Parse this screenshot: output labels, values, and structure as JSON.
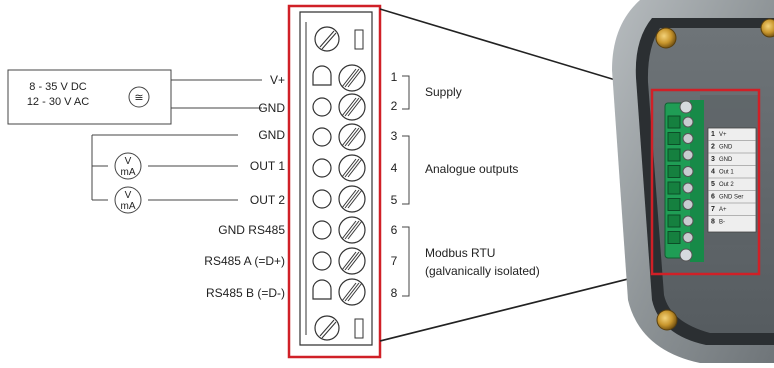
{
  "power_source": {
    "dc_label": "8 - 35 V DC",
    "ac_label": "12 - 30 V AC",
    "symbol": "≅"
  },
  "meters": [
    {
      "top": "V",
      "bottom": "mA"
    },
    {
      "top": "V",
      "bottom": "mA"
    }
  ],
  "terminals": [
    {
      "label": "V+",
      "number": "1"
    },
    {
      "label": "GND",
      "number": "2"
    },
    {
      "label": "GND",
      "number": "3"
    },
    {
      "label": "OUT 1",
      "number": "4"
    },
    {
      "label": "OUT 2",
      "number": "5"
    },
    {
      "label": "GND RS485",
      "number": "6"
    },
    {
      "label": "RS485 A (=D+)",
      "number": "7"
    },
    {
      "label": "RS485 B (=D-)",
      "number": "8"
    }
  ],
  "groups": {
    "supply": "Supply",
    "analogue": "Analogue outputs",
    "modbus_line1": "Modbus RTU",
    "modbus_line2": "(galvanically isolated)"
  },
  "device_label": {
    "rows": [
      {
        "num": "1",
        "text": "V+"
      },
      {
        "num": "2",
        "text": "GND"
      },
      {
        "num": "3",
        "text": "GND"
      },
      {
        "num": "4",
        "text": "Out 1"
      },
      {
        "num": "5",
        "text": "Out 2"
      },
      {
        "num": "6",
        "text": "GND Ser"
      },
      {
        "num": "7",
        "text": "A+"
      },
      {
        "num": "8",
        "text": "B-"
      }
    ]
  },
  "colors": {
    "highlight": "#d02027",
    "connector_green": "#1f9d55",
    "housing_gray": "#8c9296"
  }
}
